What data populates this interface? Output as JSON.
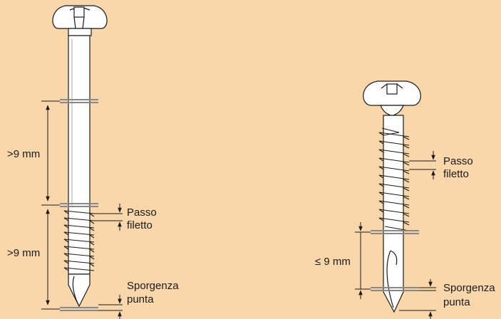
{
  "background_color": "#f9d7aa",
  "left_screw": {
    "dim_upper": ">9 mm",
    "dim_lower": ">9 mm",
    "thread_pitch_line1": "Passo",
    "thread_pitch_line2": "filetto",
    "tip_line1": "Sporgenza",
    "tip_line2": "punta"
  },
  "right_screw": {
    "dim": "≤ 9 mm",
    "thread_pitch_line1": "Passo",
    "thread_pitch_line2": "filetto",
    "tip_line1": "Sporgenza",
    "tip_line2": "punta"
  }
}
